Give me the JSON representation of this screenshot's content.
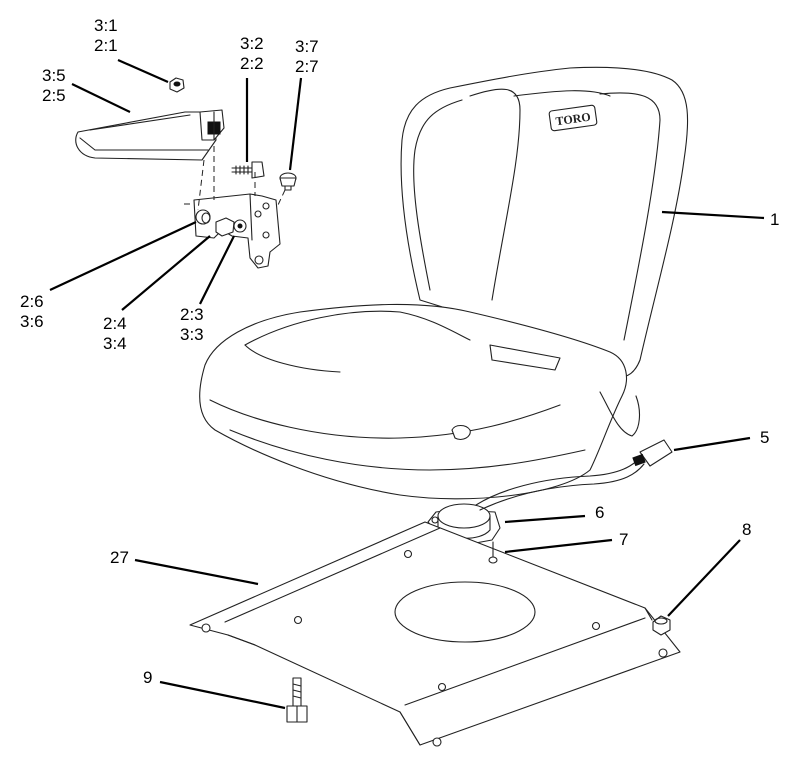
{
  "callouts": {
    "c31_21": [
      "3:1",
      "2:1"
    ],
    "c35_25": [
      "3:5",
      "2:5"
    ],
    "c32_22": [
      "3:2",
      "2:2"
    ],
    "c37_27": [
      "3:7",
      "2:7"
    ],
    "c26_36": [
      "2:6",
      "3:6"
    ],
    "c24_34": [
      "2:4",
      "3:4"
    ],
    "c23_33": [
      "2:3",
      "3:3"
    ],
    "c1": "1",
    "c5": "5",
    "c6": "6",
    "c7": "7",
    "c8": "8",
    "c27": "27",
    "c9": "9"
  },
  "seat_logo": "TORO"
}
